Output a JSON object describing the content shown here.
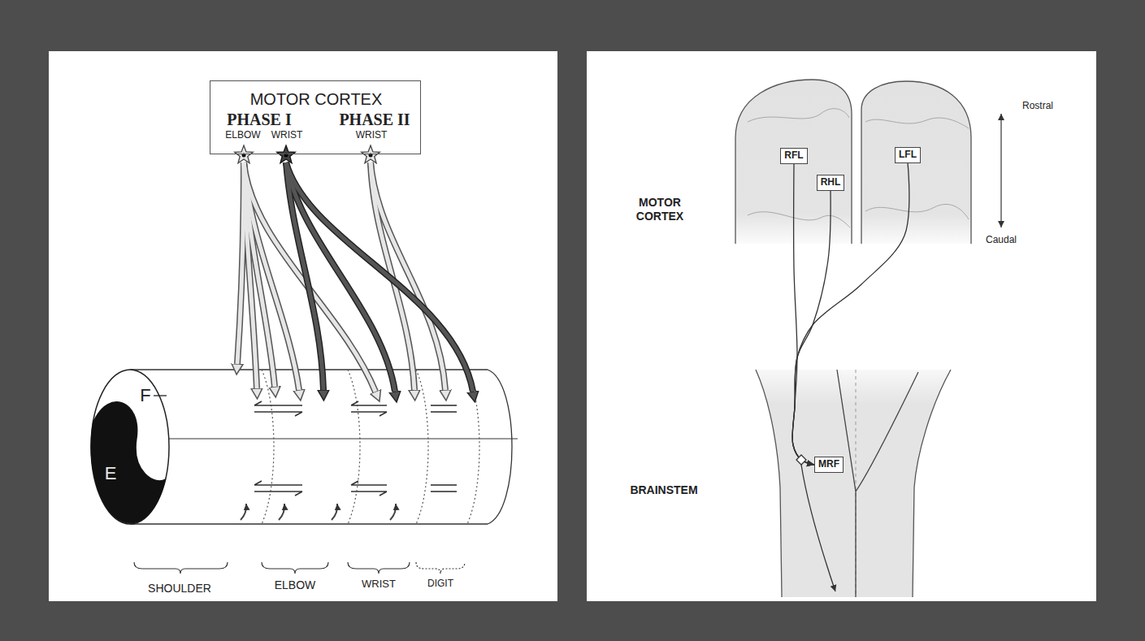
{
  "diagram": {
    "nodes": [
      {
        "text": [
          "MOTOR CORTEX",
          "PHASE I",
          "PHASE II",
          "ELBOW",
          "WRIST",
          "WRIST"
        ]
      },
      {
        "text": [
          "RFL"
        ]
      },
      {
        "text": [
          "RHL"
        ]
      },
      {
        "text": [
          "LFL"
        ]
      },
      {
        "text": [
          "MRF"
        ]
      }
    ],
    "edges": [
      {
        "from": 1,
        "to": 4,
        "arrow": "to"
      },
      {
        "from": 2,
        "to": 4,
        "arrow": "to"
      },
      {
        "from": 3,
        "to": 4,
        "arrow": "to"
      }
    ],
    "labels": [
      "F",
      "E",
      "SHOULDER",
      "ELBOW",
      "WRIST",
      "DIGIT",
      "MOTOR CORTEX",
      "BRAINSTEM",
      "Rostral",
      "Caudal"
    ]
  }
}
